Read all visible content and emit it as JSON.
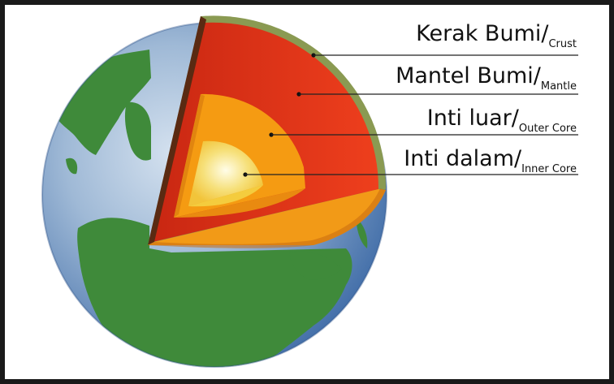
{
  "diagram": {
    "layers": [
      {
        "id": "crust",
        "label": "Kerak Bumi/",
        "sublabel": "Crust",
        "color": "#8a9a52"
      },
      {
        "id": "mantle",
        "label": "Mantel Bumi/",
        "sublabel": "Mantle",
        "color": "#e8361c"
      },
      {
        "id": "outer",
        "label": "Inti luar/",
        "sublabel": "Outer Core",
        "color": "#f59b12"
      },
      {
        "id": "inner",
        "label": "Inti dalam/",
        "sublabel": "Inner Core",
        "color": "#f6e07a"
      }
    ],
    "colors": {
      "ocean": "#4f7fb8",
      "land": "#3f8a3a",
      "background": "#ffffff",
      "frame": "#1a1a1a"
    }
  }
}
